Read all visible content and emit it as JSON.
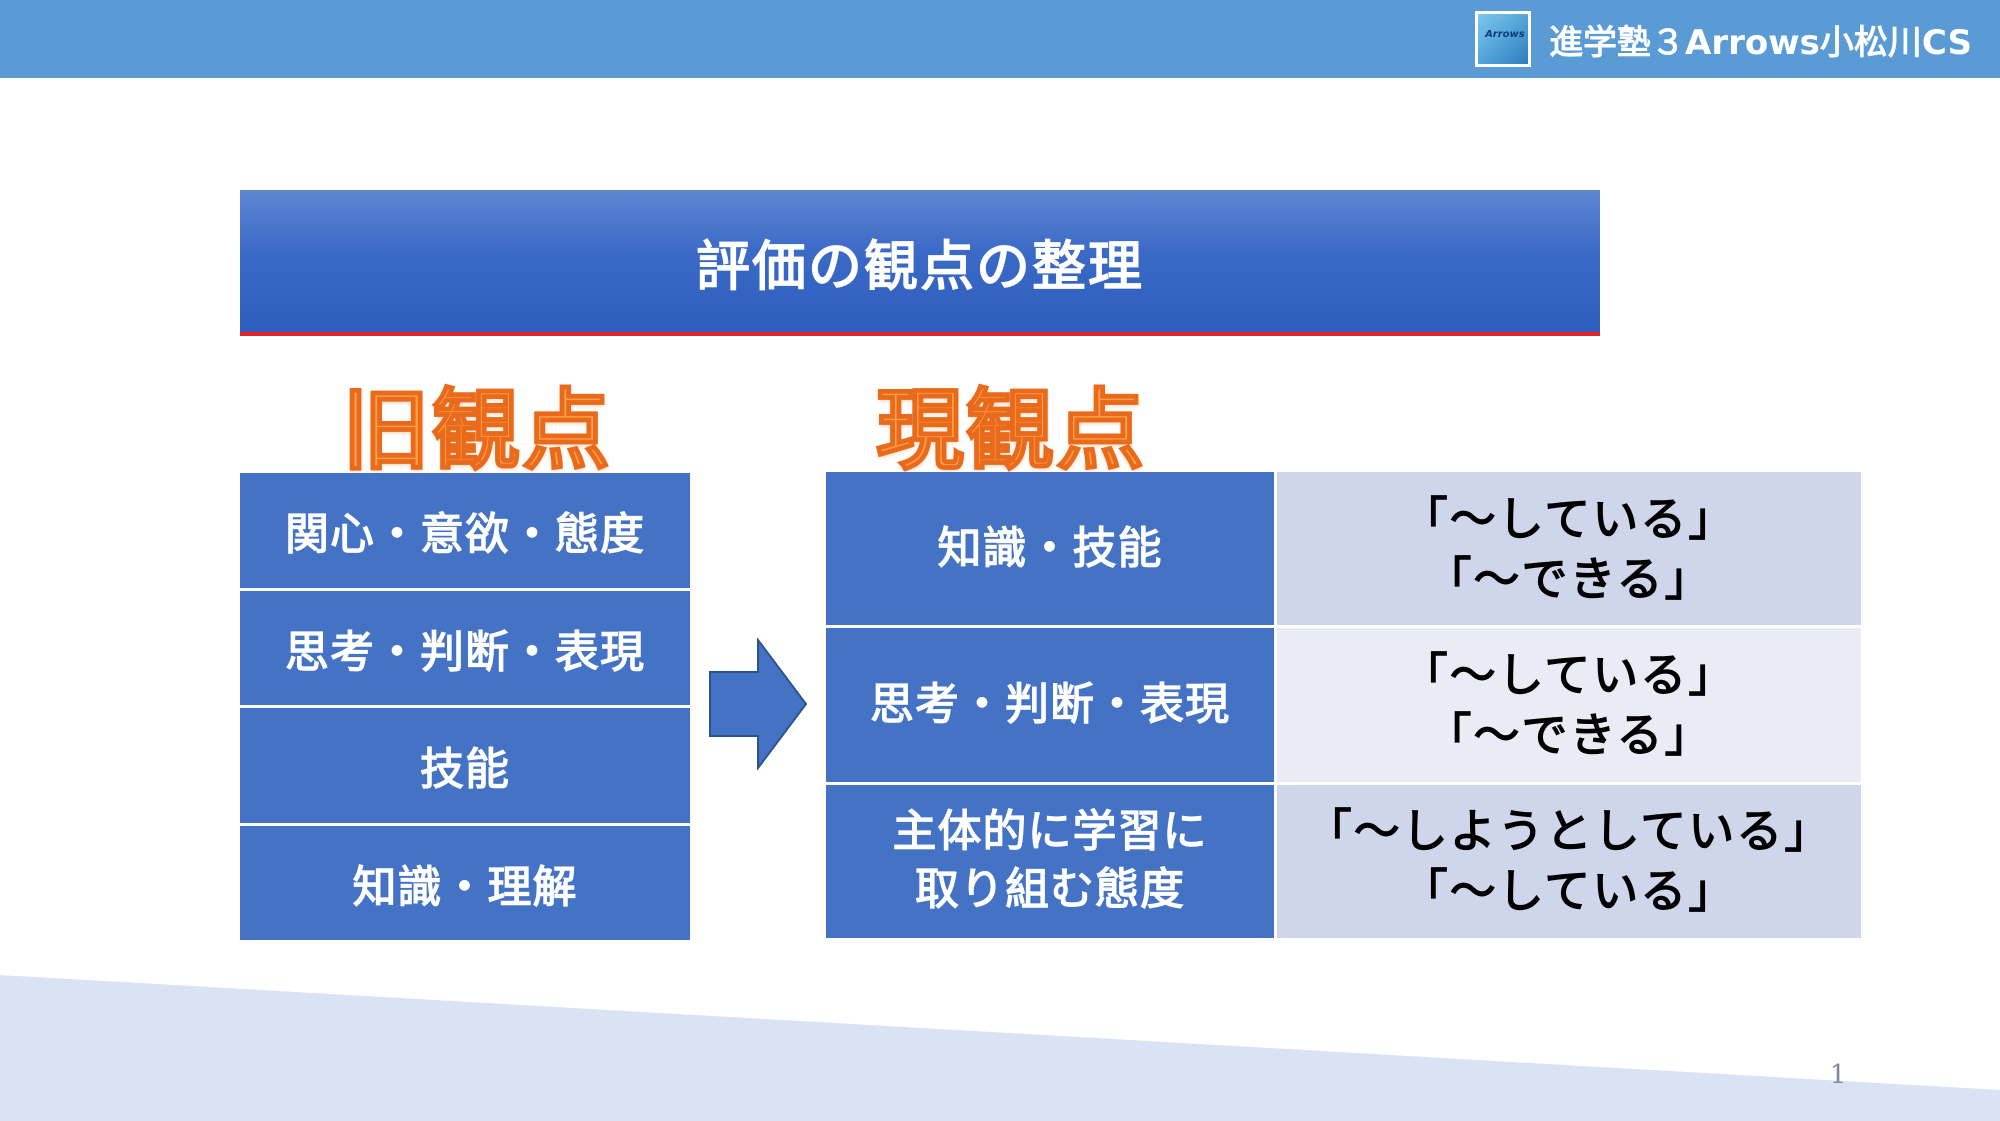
{
  "header": {
    "brand_name": "進学塾３Arrows小松川CS",
    "logo_text": "Arrows"
  },
  "title": "評価の観点の整理",
  "old_heading": "旧観点",
  "new_heading": "現観点",
  "old_items": [
    "関心・意欲・態度",
    "思考・判断・表現",
    "技能",
    "知識・理解"
  ],
  "new_rows": [
    {
      "label": "知識・技能",
      "label_line2": "",
      "line1": "「～している」",
      "line2": "「～できる」"
    },
    {
      "label": "思考・判断・表現",
      "label_line2": "",
      "line1": "「～している」",
      "line2": "「～できる」"
    },
    {
      "label": "主体的に学習に",
      "label_line2": "取り組む態度",
      "line1": "「～しようとしている」",
      "line2": "「～している」"
    }
  ],
  "page_number": "1",
  "colors": {
    "header_bar": "#5b9bd5",
    "cell_blue": "#4472c4",
    "title_underline": "#e3222c",
    "heading_orange": "#ffa04a",
    "right_cell_dark": "#cfd5ea",
    "right_cell_light": "#e9ebf5",
    "bottom_band": "#dae3f3"
  },
  "icons": {
    "arrow": "right-arrow-icon",
    "logo": "arrows-logo-icon"
  }
}
